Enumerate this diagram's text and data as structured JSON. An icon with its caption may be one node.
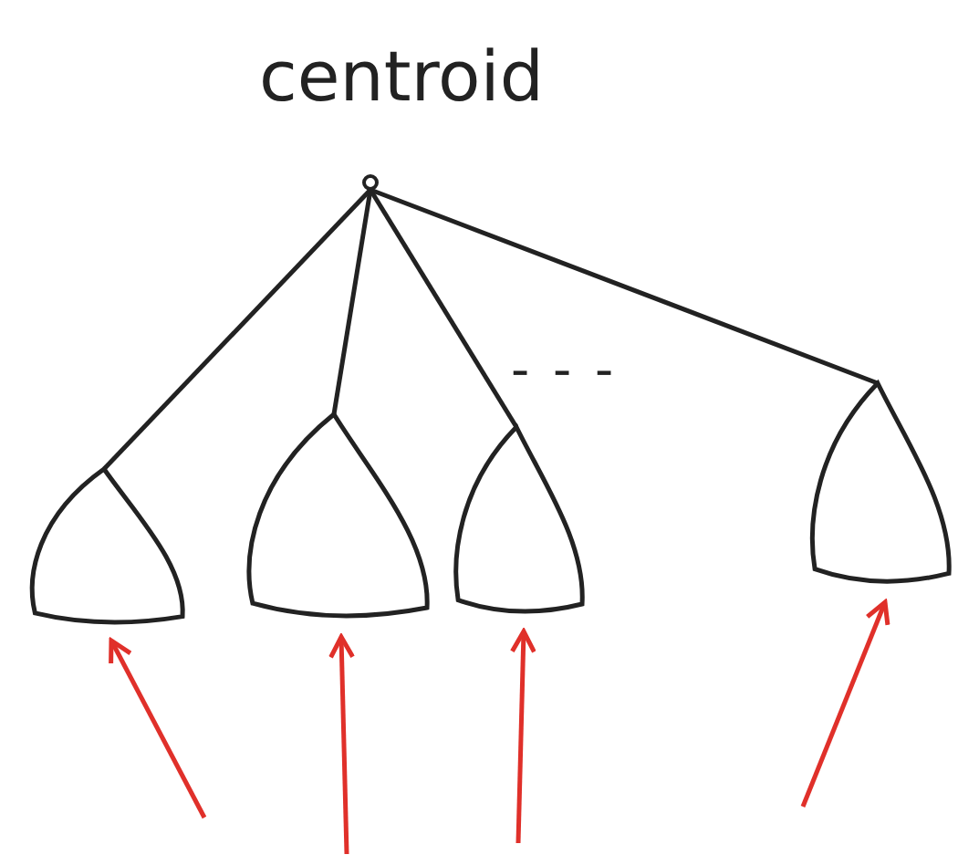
{
  "diagram": {
    "nodes": [
      {
        "text": [
          "centroid"
        ]
      },
      {
        "text": [],
        "shape": "triangle"
      },
      {
        "text": [],
        "shape": "triangle"
      },
      {
        "text": [],
        "shape": "triangle"
      },
      {
        "text": [],
        "shape": "triangle"
      }
    ],
    "edges": [
      {
        "from": 0,
        "to": 1,
        "arrow": "none"
      },
      {
        "from": 0,
        "to": 2,
        "arrow": "none"
      },
      {
        "from": 0,
        "to": 3,
        "arrow": "none"
      },
      {
        "from": 0,
        "to": 4,
        "arrow": "none"
      },
      {
        "from": null,
        "to": 1,
        "arrow": "to",
        "color": "#e0302a"
      },
      {
        "from": null,
        "to": 2,
        "arrow": "to",
        "color": "#e0302a"
      },
      {
        "from": null,
        "to": 3,
        "arrow": "to",
        "color": "#e0302a"
      },
      {
        "from": null,
        "to": 4,
        "arrow": "to",
        "color": "#e0302a"
      }
    ],
    "labels": [
      "- - -"
    ]
  }
}
